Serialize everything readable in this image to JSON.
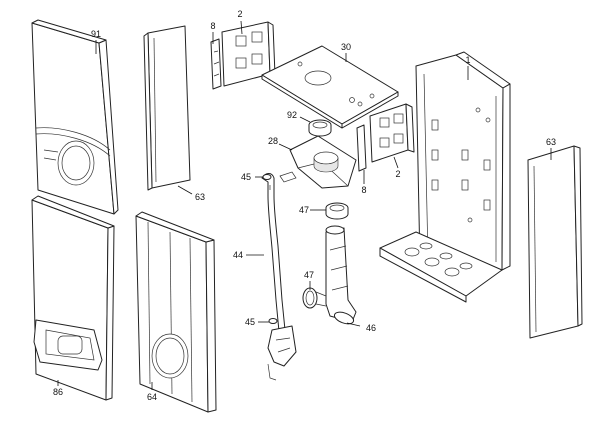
{
  "diagram": {
    "labels": {
      "p91": "91",
      "p63a": "63",
      "p8a": "8",
      "p2a": "2",
      "p30": "30",
      "p1": "1",
      "p63b": "63",
      "p92": "92",
      "p28": "28",
      "p2b": "2",
      "p8b": "8",
      "p45a": "45",
      "p47a": "47",
      "p44": "44",
      "p47b": "47",
      "p46": "46",
      "p45b": "45",
      "p86": "86",
      "p64": "64"
    }
  }
}
